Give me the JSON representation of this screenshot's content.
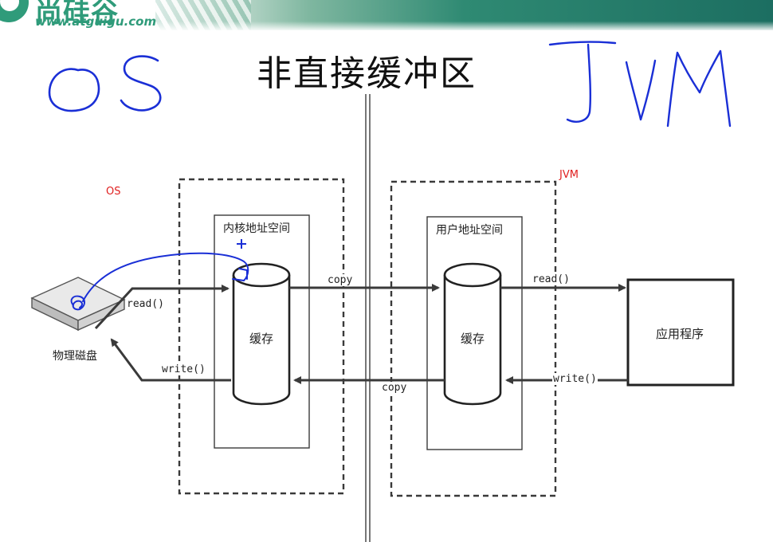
{
  "header": {
    "logo_text": "尚硅谷",
    "logo_url": "www.atguigu.com"
  },
  "title": "非直接缓冲区",
  "handwriting": {
    "left": "OS",
    "right": "JVM"
  },
  "labels": {
    "os_red": "OS",
    "jvm_red": "JVM",
    "kernel_space": "内核地址空间",
    "user_space": "用户地址空间",
    "cache_left": "缓存",
    "cache_right": "缓存",
    "disk": "物理磁盘",
    "app": "应用程序",
    "read_left": "read()",
    "write_left": "write()",
    "copy_top": "copy",
    "copy_bottom": "copy",
    "read_right": "read()",
    "write_right": "write()"
  },
  "colors": {
    "ink_blue": "#1a2fd6",
    "annotation_red": "#e02020",
    "brand_green": "#2f9b7a",
    "line_dark": "#3a3a3a"
  }
}
